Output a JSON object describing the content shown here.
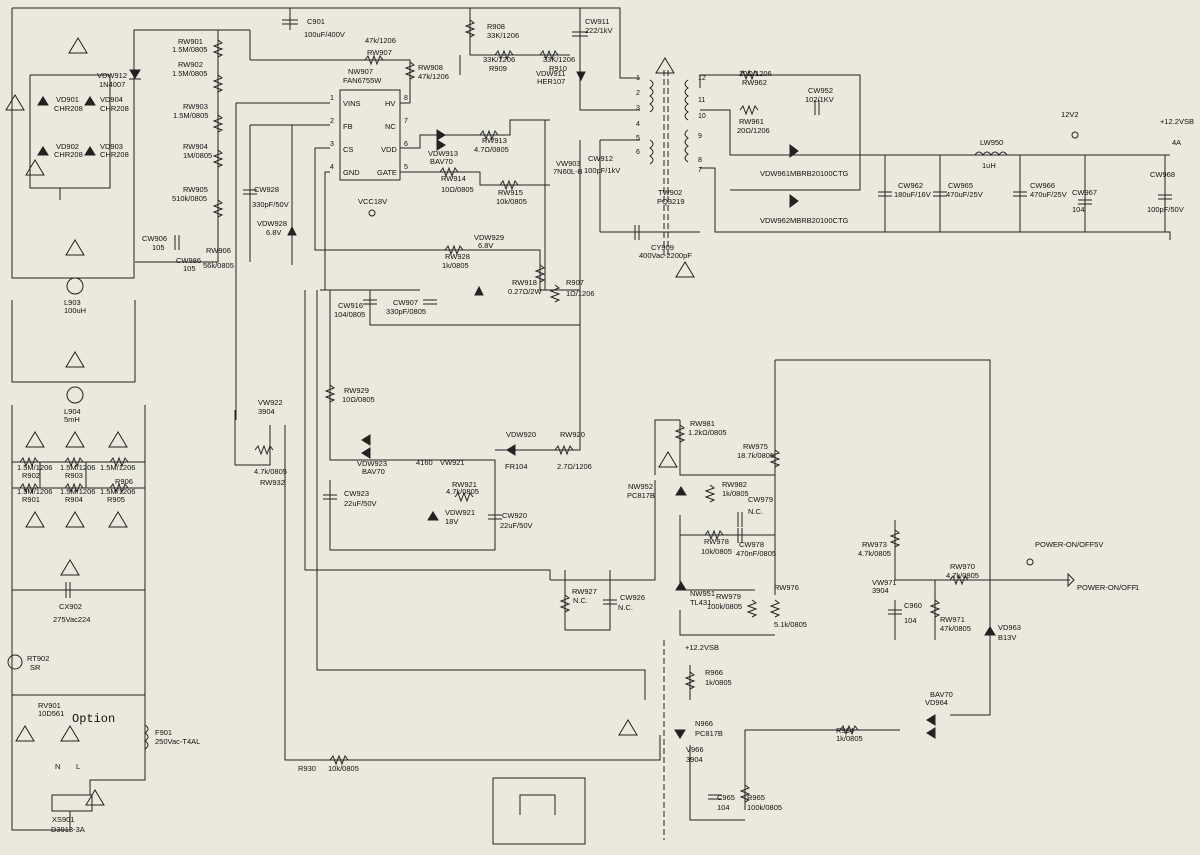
{
  "ic": {
    "ref": "NW907",
    "part": "FAN6755W",
    "pins_left": [
      {
        "num": "1",
        "name": "VINS"
      },
      {
        "num": "2",
        "name": "FB"
      },
      {
        "num": "3",
        "name": "CS"
      },
      {
        "num": "4",
        "name": "GND"
      }
    ],
    "pins_right": [
      {
        "num": "8",
        "name": "HV"
      },
      {
        "num": "7",
        "name": "NC"
      },
      {
        "num": "6",
        "name": "VDD"
      },
      {
        "num": "5",
        "name": "GATE"
      }
    ]
  },
  "transformer": {
    "ref": "TW902",
    "part": "PQ3219",
    "pins": [
      "1",
      "2",
      "3",
      "4",
      "5",
      "6",
      "12",
      "11",
      "10",
      "9",
      "8",
      "7"
    ]
  },
  "labels": [
    {
      "id": "c901",
      "t": "C901"
    },
    {
      "id": "c901v",
      "t": "100uF/400V"
    },
    {
      "id": "r908",
      "t": "R908"
    },
    {
      "id": "r908v",
      "t": "33K/1206"
    },
    {
      "id": "cw911",
      "t": "CW911"
    },
    {
      "id": "cw911v",
      "t": "222/1kV"
    },
    {
      "id": "rw907v",
      "t": "47k/1206"
    },
    {
      "id": "rw907",
      "t": "RW907"
    },
    {
      "id": "r909v",
      "t": "33K/1206"
    },
    {
      "id": "r909",
      "t": "R909"
    },
    {
      "id": "r910v",
      "t": "33K/1206"
    },
    {
      "id": "r910",
      "t": "R910"
    },
    {
      "id": "vdw911",
      "t": "VDW911"
    },
    {
      "id": "vdw911v",
      "t": "HER107"
    },
    {
      "id": "rw908",
      "t": "RW908"
    },
    {
      "id": "rw908v",
      "t": "47k/1206"
    },
    {
      "id": "rw901",
      "t": "RW901"
    },
    {
      "id": "rw901v",
      "t": "1.5M/0805"
    },
    {
      "id": "rw902",
      "t": "RW902"
    },
    {
      "id": "rw902v",
      "t": "1.5M/0805"
    },
    {
      "id": "rw903",
      "t": "RW903"
    },
    {
      "id": "rw903v",
      "t": "1.5M/0805"
    },
    {
      "id": "rw904",
      "t": "RW904"
    },
    {
      "id": "rw904v",
      "t": "1M/0805"
    },
    {
      "id": "rw905",
      "t": "RW905"
    },
    {
      "id": "rw905v",
      "t": "510k/0805"
    },
    {
      "id": "rw906",
      "t": "RW906"
    },
    {
      "id": "rw906v",
      "t": "56k/0805"
    },
    {
      "id": "vdw912",
      "t": "VDW912"
    },
    {
      "id": "vdw912v",
      "t": "1N4007"
    },
    {
      "id": "vd901",
      "t": "VD901"
    },
    {
      "id": "vd901v",
      "t": "CHR208"
    },
    {
      "id": "vd904",
      "t": "VD904"
    },
    {
      "id": "vd904v",
      "t": "CHR208"
    },
    {
      "id": "vd902",
      "t": "VD902"
    },
    {
      "id": "vd902v",
      "t": "CHR208"
    },
    {
      "id": "vd903",
      "t": "VD903"
    },
    {
      "id": "vd903v",
      "t": "CHR208"
    },
    {
      "id": "cw906",
      "t": "CW906"
    },
    {
      "id": "cw906v",
      "t": "105"
    },
    {
      "id": "cw986",
      "t": "CW986"
    },
    {
      "id": "cw986v",
      "t": "105"
    },
    {
      "id": "cw928",
      "t": "CW928"
    },
    {
      "id": "cw928v",
      "t": "330pF/50V"
    },
    {
      "id": "vdw928",
      "t": "VDW928"
    },
    {
      "id": "vdw928v",
      "t": "6.8V"
    },
    {
      "id": "vdw913",
      "t": "VDW913"
    },
    {
      "id": "vdw913v",
      "t": "BAV70"
    },
    {
      "id": "rw913",
      "t": "RW913"
    },
    {
      "id": "rw913v",
      "t": "4.7Ω/0805"
    },
    {
      "id": "vw903",
      "t": "VW903"
    },
    {
      "id": "vw903v",
      "t": "7N60L-B"
    },
    {
      "id": "cw912",
      "t": "CW912"
    },
    {
      "id": "cw912v",
      "t": "100pF/1kV"
    },
    {
      "id": "rw914",
      "t": "RW914"
    },
    {
      "id": "rw914v",
      "t": "10Ω/0805"
    },
    {
      "id": "rw915",
      "t": "RW915"
    },
    {
      "id": "rw915v",
      "t": "10k/0805"
    },
    {
      "id": "vcc",
      "t": "VCC18V"
    },
    {
      "id": "rw928",
      "t": "RW928"
    },
    {
      "id": "rw928v",
      "t": "1k/0805"
    },
    {
      "id": "vdw929",
      "t": "VDW929"
    },
    {
      "id": "vdw929v",
      "t": "6.8V"
    },
    {
      "id": "rw918",
      "t": "RW918"
    },
    {
      "id": "rw918v",
      "t": "0.27Ω/2W"
    },
    {
      "id": "r907",
      "t": "R907"
    },
    {
      "id": "r907v",
      "t": "1Ω/1206"
    },
    {
      "id": "cw916",
      "t": "CW916"
    },
    {
      "id": "cw916v",
      "t": "104/0805"
    },
    {
      "id": "cw907",
      "t": "CW907"
    },
    {
      "id": "cw907v",
      "t": "330pF/0805"
    },
    {
      "id": "cy909",
      "t": "CY909"
    },
    {
      "id": "cy909v",
      "t": "400Vac-2200pF"
    },
    {
      "id": "l903",
      "t": "L903"
    },
    {
      "id": "l903v",
      "t": "100uH"
    },
    {
      "id": "l904",
      "t": "L904"
    },
    {
      "id": "l904v",
      "t": "5mH"
    },
    {
      "id": "vw922",
      "t": "VW922"
    },
    {
      "id": "vw922v",
      "t": "3904"
    },
    {
      "id": "rw932v",
      "t": "4.7k/0805"
    },
    {
      "id": "rw932",
      "t": "RW932"
    },
    {
      "id": "rw929",
      "t": "RW929"
    },
    {
      "id": "rw929v",
      "t": "10Ω/0805"
    },
    {
      "id": "vdw923",
      "t": "VDW923"
    },
    {
      "id": "vdw923v",
      "t": "BAV70"
    },
    {
      "id": "vw921",
      "t": "VW921"
    },
    {
      "id": "v4160",
      "t": "4160"
    },
    {
      "id": "vdw920",
      "t": "VDW920"
    },
    {
      "id": "vdw920v",
      "t": "FR104"
    },
    {
      "id": "rw920",
      "t": "RW920"
    },
    {
      "id": "rw920v",
      "t": "2.7Ω/1206"
    },
    {
      "id": "rw921",
      "t": "RW921"
    },
    {
      "id": "rw921v",
      "t": "4.7k/0805"
    },
    {
      "id": "cw923",
      "t": "CW923"
    },
    {
      "id": "cw923v",
      "t": "22uF/50V"
    },
    {
      "id": "vdw921",
      "t": "VDW921"
    },
    {
      "id": "vdw921v",
      "t": "18V"
    },
    {
      "id": "cw920",
      "t": "CW920"
    },
    {
      "id": "cw920v",
      "t": "22uF/50V"
    },
    {
      "id": "r902v",
      "t": "1.5M/1206"
    },
    {
      "id": "r902",
      "t": "R902"
    },
    {
      "id": "r903v",
      "t": "1.5M/1206"
    },
    {
      "id": "r903",
      "t": "R903"
    },
    {
      "id": "r906v",
      "t": "1.5M/1206"
    },
    {
      "id": "r906",
      "t": "R906"
    },
    {
      "id": "r901v",
      "t": "1.5M/1206"
    },
    {
      "id": "r901",
      "t": "R901"
    },
    {
      "id": "r904v",
      "t": "1.5M/1206"
    },
    {
      "id": "r904",
      "t": "R904"
    },
    {
      "id": "r905v",
      "t": "1.5M/1206"
    },
    {
      "id": "r905",
      "t": "R905"
    },
    {
      "id": "cx902",
      "t": "CX902"
    },
    {
      "id": "cx902v",
      "t": "275Vac224"
    },
    {
      "id": "rt902",
      "t": "RT902"
    },
    {
      "id": "rt902v",
      "t": "SR"
    },
    {
      "id": "rv901",
      "t": "RV901"
    },
    {
      "id": "rv901v",
      "t": "10D561"
    },
    {
      "id": "option",
      "t": "Option"
    },
    {
      "id": "f901",
      "t": "F901"
    },
    {
      "id": "f901v",
      "t": "250Vac-T4AL"
    },
    {
      "id": "xs901",
      "t": "XS901"
    },
    {
      "id": "xs901v",
      "t": "D3913-3A"
    },
    {
      "id": "r930",
      "t": "R930"
    },
    {
      "id": "r930v",
      "t": "10k/0805"
    },
    {
      "id": "rw927",
      "t": "RW927"
    },
    {
      "id": "rw927v",
      "t": "N.C."
    },
    {
      "id": "cw926",
      "t": "CW926"
    },
    {
      "id": "cw926v",
      "t": "N.C."
    },
    {
      "id": "rw962v",
      "t": "20Ω/1206"
    },
    {
      "id": "rw962",
      "t": "RW962"
    },
    {
      "id": "rw961",
      "t": "RW961"
    },
    {
      "id": "rw961v",
      "t": "20Ω/1206"
    },
    {
      "id": "cw952",
      "t": "CW952"
    },
    {
      "id": "cw952v",
      "t": "102/1KV"
    },
    {
      "id": "vdw961",
      "t": "VDW961"
    },
    {
      "id": "vdw961v",
      "t": "MBRB20100CTG"
    },
    {
      "id": "vdw962",
      "t": "VDW962"
    },
    {
      "id": "vdw962v",
      "t": "MBRB20100CTG"
    },
    {
      "id": "lw950",
      "t": "LW950"
    },
    {
      "id": "lw950v",
      "t": "1uH"
    },
    {
      "id": "n12v2",
      "t": "12V2"
    },
    {
      "id": "n12vsb",
      "t": "+12.2VSB"
    },
    {
      "id": "n4a",
      "t": "4A"
    },
    {
      "id": "cw962",
      "t": "CW962"
    },
    {
      "id": "cw962v",
      "t": "180uF/16V"
    },
    {
      "id": "cw965",
      "t": "CW965"
    },
    {
      "id": "cw965v",
      "t": "470uF/25V"
    },
    {
      "id": "cw966",
      "t": "CW966"
    },
    {
      "id": "cw966v",
      "t": "470uF/25V"
    },
    {
      "id": "cw967",
      "t": "CW967"
    },
    {
      "id": "cw967v",
      "t": "104"
    },
    {
      "id": "cw968",
      "t": "CW968"
    },
    {
      "id": "cw968v",
      "t": "100pF/50V"
    },
    {
      "id": "rw981",
      "t": "RW981"
    },
    {
      "id": "rw981v",
      "t": "1.2kΩ/0805"
    },
    {
      "id": "rw975",
      "t": "RW975"
    },
    {
      "id": "rw975v",
      "t": "18.7k/0805"
    },
    {
      "id": "nw952",
      "t": "NW952"
    },
    {
      "id": "nw952v",
      "t": "PC817B"
    },
    {
      "id": "rw982",
      "t": "RW982"
    },
    {
      "id": "rw982v",
      "t": "1k/0805"
    },
    {
      "id": "cw979",
      "t": "CW979"
    },
    {
      "id": "cw979v",
      "t": "N.C."
    },
    {
      "id": "rw978",
      "t": "RW978"
    },
    {
      "id": "rw978v",
      "t": "10k/0805"
    },
    {
      "id": "cw978",
      "t": "CW978"
    },
    {
      "id": "cw978v",
      "t": "470nF/0805"
    },
    {
      "id": "nw951",
      "t": "NW951"
    },
    {
      "id": "nw951v",
      "t": "TL431"
    },
    {
      "id": "rw979",
      "t": "RW979"
    },
    {
      "id": "rw979v",
      "t": "100k/0805"
    },
    {
      "id": "rw976",
      "t": "RW976"
    },
    {
      "id": "rw976v",
      "t": "5.1k/0805"
    },
    {
      "id": "rw973",
      "t": "RW973"
    },
    {
      "id": "rw973v",
      "t": "4.7k/0805"
    },
    {
      "id": "vw971",
      "t": "VW971"
    },
    {
      "id": "vw971v",
      "t": "3904"
    },
    {
      "id": "c960",
      "t": "C960"
    },
    {
      "id": "c960v",
      "t": "104"
    },
    {
      "id": "rw970",
      "t": "RW970"
    },
    {
      "id": "rw970v",
      "t": "4.7k/0805"
    },
    {
      "id": "rw971",
      "t": "RW971"
    },
    {
      "id": "rw971v",
      "t": "47k/0805"
    },
    {
      "id": "pwron",
      "t": "POWER-ON/OFF5V"
    },
    {
      "id": "pwroff",
      "t": "POWER-ON/OFF"
    },
    {
      "id": "pwrpin",
      "t": "1"
    },
    {
      "id": "vd963",
      "t": "VD963"
    },
    {
      "id": "vd963v",
      "t": "B13V"
    },
    {
      "id": "n12vsb2",
      "t": "+12.2VSB"
    },
    {
      "id": "r966",
      "t": "R966"
    },
    {
      "id": "r966v",
      "t": "1k/0805"
    },
    {
      "id": "n966",
      "t": "N966"
    },
    {
      "id": "n966v",
      "t": "PC817B"
    },
    {
      "id": "v966",
      "t": "V966"
    },
    {
      "id": "v966v",
      "t": "3904"
    },
    {
      "id": "c965",
      "t": "C965"
    },
    {
      "id": "c965v",
      "t": "104"
    },
    {
      "id": "r965",
      "t": "R965"
    },
    {
      "id": "r965v",
      "t": "100k/0805"
    },
    {
      "id": "r964",
      "t": "R964"
    },
    {
      "id": "r964v",
      "t": "1k/0805"
    },
    {
      "id": "vd964a",
      "t": "BAV70"
    },
    {
      "id": "vd964",
      "t": "VD964"
    },
    {
      "id": "xs_l",
      "t": "N"
    },
    {
      "id": "xs_n",
      "t": "L"
    }
  ]
}
